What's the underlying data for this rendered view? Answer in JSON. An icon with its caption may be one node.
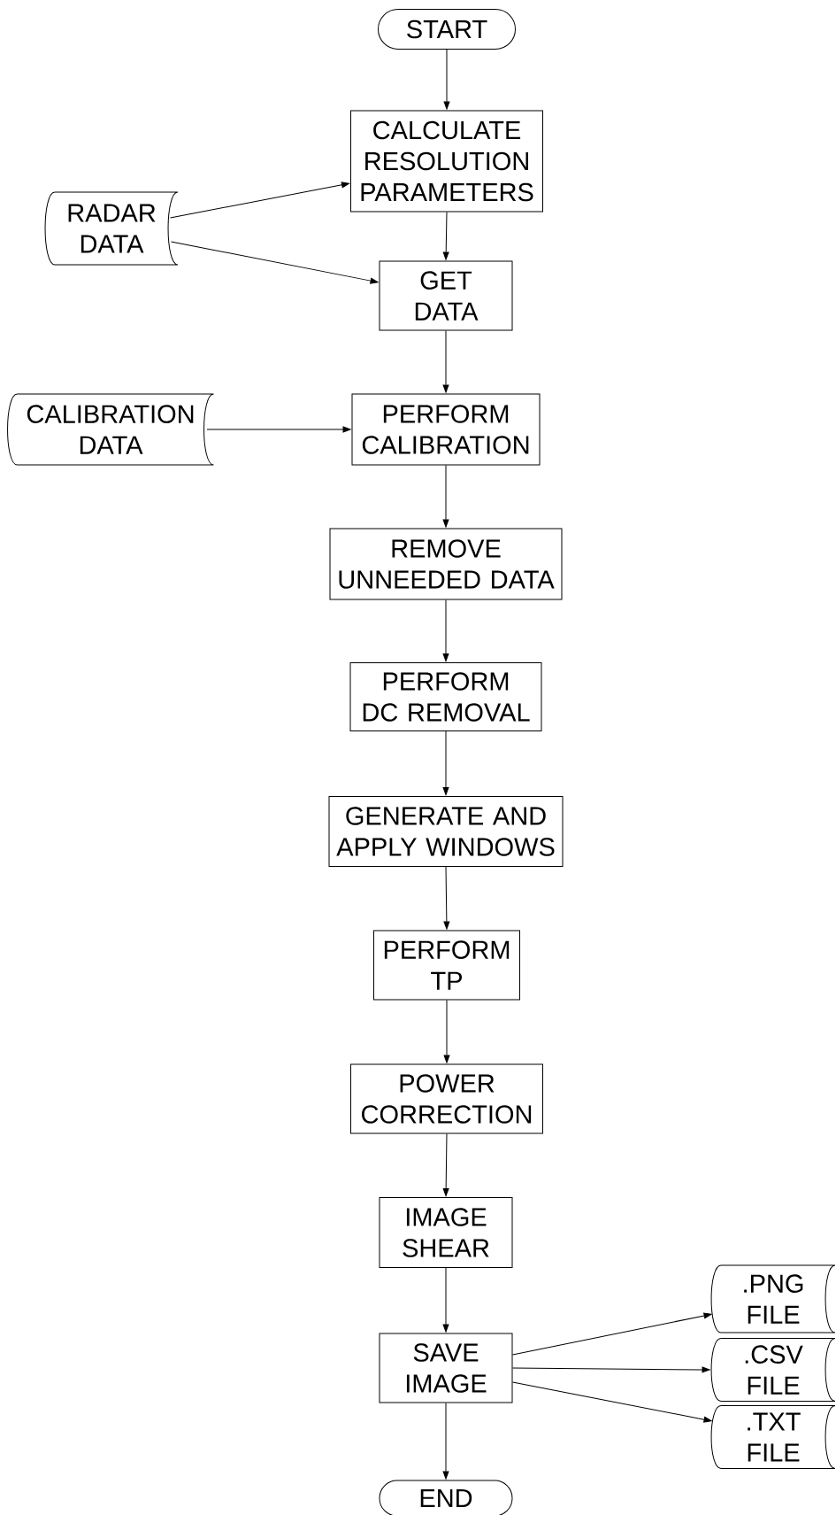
{
  "diagram": {
    "nodes": [
      {
        "text": [
          "START"
        ]
      },
      {
        "text": [
          "CALCULATE RESOLUTION PARAMETERS"
        ]
      },
      {
        "text": [
          "RADAR DATA"
        ]
      },
      {
        "text": [
          "GET DATA"
        ]
      },
      {
        "text": [
          "CALIBRATION DATA"
        ]
      },
      {
        "text": [
          "PERFORM CALIBRATION"
        ]
      },
      {
        "text": [
          "REMOVE UNNEEDED DATA"
        ]
      },
      {
        "text": [
          "PERFORM DC REMOVAL"
        ]
      },
      {
        "text": [
          "GENERATE AND APPLY WINDOWS"
        ]
      },
      {
        "text": [
          "PERFORM TP"
        ]
      },
      {
        "text": [
          "POWER CORRECTION"
        ]
      },
      {
        "text": [
          "IMAGE SHEAR"
        ]
      },
      {
        "text": [
          "SAVE IMAGE"
        ]
      },
      {
        "text": [
          ".PNG FILE"
        ]
      },
      {
        "text": [
          ".CSV FILE"
        ]
      },
      {
        "text": [
          ".TXT FILE"
        ]
      },
      {
        "text": [
          "END"
        ]
      }
    ],
    "edges": [
      {
        "from": 0,
        "to": 1,
        "arrow": "to"
      },
      {
        "from": 2,
        "to": 1,
        "arrow": "to"
      },
      {
        "from": 1,
        "to": 3,
        "arrow": "to"
      },
      {
        "from": 2,
        "to": 3,
        "arrow": "to"
      },
      {
        "from": 3,
        "to": 5,
        "arrow": "to"
      },
      {
        "from": 4,
        "to": 5,
        "arrow": "to"
      },
      {
        "from": 5,
        "to": 6,
        "arrow": "to"
      },
      {
        "from": 6,
        "to": 7,
        "arrow": "to"
      },
      {
        "from": 7,
        "to": 8,
        "arrow": "to"
      },
      {
        "from": 8,
        "to": 9,
        "arrow": "to"
      },
      {
        "from": 9,
        "to": 10,
        "arrow": "to"
      },
      {
        "from": 10,
        "to": 11,
        "arrow": "to"
      },
      {
        "from": 11,
        "to": 12,
        "arrow": "to"
      },
      {
        "from": 12,
        "to": 13,
        "arrow": "to"
      },
      {
        "from": 12,
        "to": 14,
        "arrow": "to"
      },
      {
        "from": 12,
        "to": 15,
        "arrow": "to"
      },
      {
        "from": 12,
        "to": 16,
        "arrow": "to"
      }
    ]
  }
}
